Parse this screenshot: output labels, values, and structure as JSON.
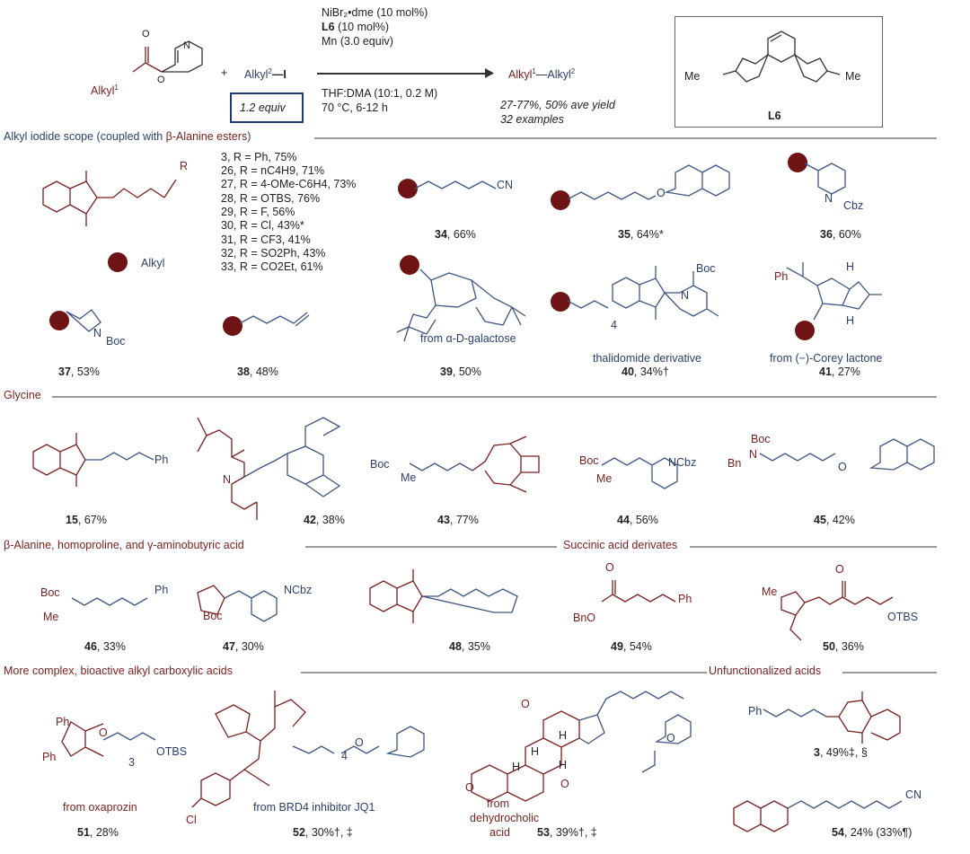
{
  "header": {
    "alkyl1_ester": "Alkyl",
    "alkyl1_sup": "1",
    "plus": "+",
    "alkyl2_iodide": "Alkyl",
    "alkyl2_sup": "2",
    "iodide": "—I",
    "equiv_box": "1.2 equiv",
    "cond_1": "NiBr₂•dme (10 mol%)",
    "cond_2_bold": "L6",
    "cond_2_rest": " (10 mol%)",
    "cond_3": "Mn (3.0 equiv)",
    "cond_4": "THF:DMA (10:1, 0.2 M)",
    "cond_5": "70 °C, 6-12 h",
    "product_a": "Alkyl",
    "product_a_sup": "1",
    "product_dash": "—",
    "product_b": "Alkyl",
    "product_b_sup": "2",
    "yield_1": "27-77%, 50% ave yield",
    "yield_2": "32 examples",
    "ligand_me_left": "Me",
    "ligand_me_right": "Me",
    "ligand_label": "L6"
  },
  "sections": {
    "s1_blue": "Alkyl iodide scope (coupled with ",
    "s1_red": "β-Alanine esters",
    "s1_close": ")",
    "s2": "Glycine",
    "s3": "β-Alanine, homoproline, and γ-aminobutyric acid",
    "s4": "Succinic acid derivates",
    "s5": "More complex, bioactive alkyl carboxylic acids",
    "s6": "Unfunctionalized acids"
  },
  "scope_list": [
    "3, R = Ph, 75%",
    "26, R = nC4H9, 71%",
    "27, R = 4-OMe-C6H4, 73%",
    "28, R = OTBS, 76%",
    "29, R = F, 56%",
    "30, R = Cl, 43%*",
    "31, R = CF3, 41%",
    "32, R = SO2Ph, 43%",
    "33, R = CO2Et, 61%"
  ],
  "alkyl_legend": "Alkyl",
  "r_label": "R",
  "compounds": {
    "c34": {
      "num": "34",
      "rest": ", 66%"
    },
    "c35": {
      "num": "35",
      "rest": ", 64%*"
    },
    "c36": {
      "num": "36",
      "rest": ", 60%"
    },
    "c37": {
      "num": "37",
      "rest": ", 53%"
    },
    "c38": {
      "num": "38",
      "rest": ", 48%"
    },
    "c39": {
      "num": "39",
      "rest": ", 50%",
      "note": "from α-D-galactose"
    },
    "c40": {
      "num": "40",
      "rest": ", 34%†",
      "note": "thalidomide derivative"
    },
    "c41": {
      "num": "41",
      "rest": ", 27%",
      "note": "from (−)-Corey lactone"
    },
    "c15": {
      "num": "15",
      "rest": ", 67%"
    },
    "c42": {
      "num": "42",
      "rest": ", 38%"
    },
    "c43": {
      "num": "43",
      "rest": ", 77%"
    },
    "c44": {
      "num": "44",
      "rest": ", 56%"
    },
    "c45": {
      "num": "45",
      "rest": ", 42%"
    },
    "c46": {
      "num": "46",
      "rest": ", 33%"
    },
    "c47": {
      "num": "47",
      "rest": ", 30%"
    },
    "c48": {
      "num": "48",
      "rest": ", 35%"
    },
    "c49": {
      "num": "49",
      "rest": ", 54%"
    },
    "c50": {
      "num": "50",
      "rest": ", 36%"
    },
    "c51": {
      "num": "51",
      "rest": ", 28%",
      "note": "from oxaprozin"
    },
    "c52": {
      "num": "52",
      "rest": ", 30%†, ‡",
      "note": "from BRD4 inhibitor JQ1"
    },
    "c53": {
      "num": "53",
      "rest": ", 39%†, ‡",
      "note1": "from",
      "note2": "dehydrocholic",
      "note3": "acid"
    },
    "c3": {
      "num": "3",
      "rest": ", 49%‡, §"
    },
    "c54": {
      "num": "54",
      "rest": ", 24% (33%¶)"
    }
  },
  "atoms": {
    "cn": "CN",
    "cbz": "Cbz",
    "ncbz": "NCbz",
    "boc": "Boc",
    "n": "N",
    "o": "O",
    "ph": "Ph",
    "me": "Me",
    "bn": "Bn",
    "bno": "BnO",
    "otbs": "OTBS",
    "cl": "Cl",
    "h": "H",
    "sub3": "3",
    "sub4": "4"
  },
  "colors": {
    "red": "#7a1f1f",
    "blue": "#2b3f6b",
    "ball": "#6e1414",
    "rule": "#9a9a9a"
  }
}
